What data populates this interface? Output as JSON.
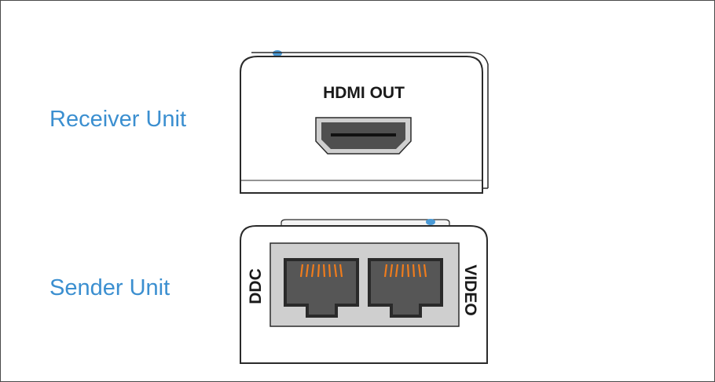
{
  "labels": {
    "receiver_unit": "Receiver Unit",
    "sender_unit": "Sender Unit"
  },
  "receiver": {
    "port_label": "HDMI OUT",
    "port_icon": "hdmi-port-icon"
  },
  "sender": {
    "left_port_label": "DDC",
    "right_port_label": "VIDEO",
    "port_icon": "rj45-port-icon"
  },
  "colors": {
    "label_blue": "#3b8fd0",
    "led_blue": "#4a9ad6",
    "pin_orange": "#f07c1c",
    "port_gray": "#555555",
    "panel_gray": "#cfcfcf"
  }
}
